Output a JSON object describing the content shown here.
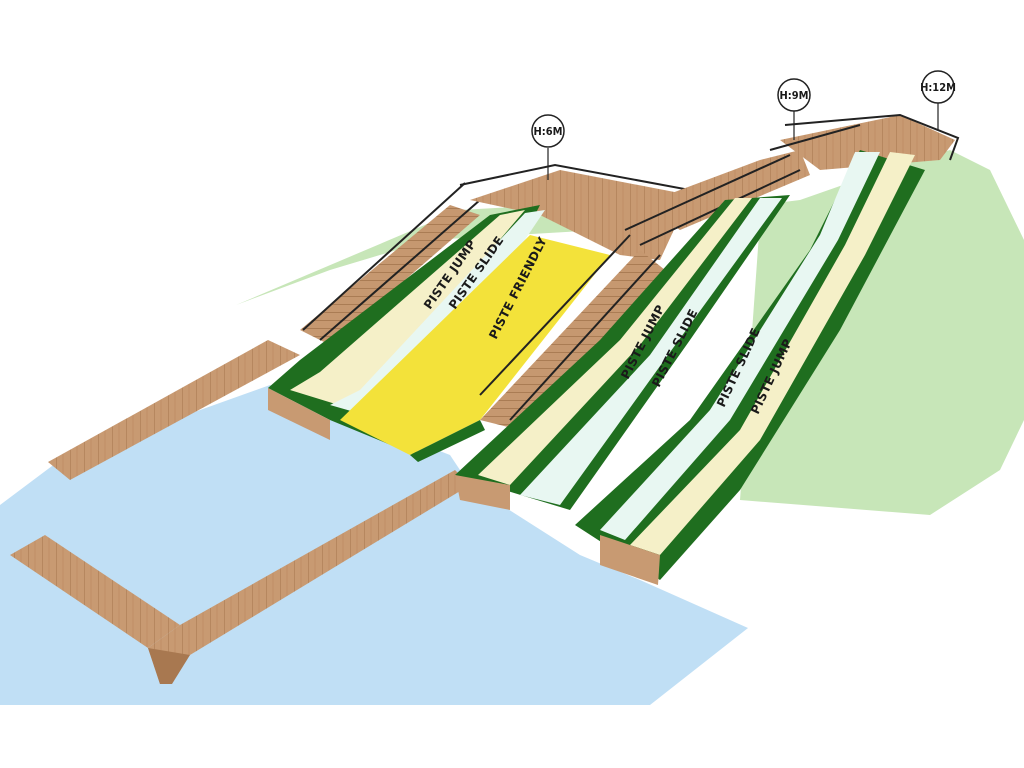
{
  "markers": [
    {
      "id": "h6",
      "label": "H:6M"
    },
    {
      "id": "h9",
      "label": "H:9M"
    },
    {
      "id": "h12",
      "label": "H:12M"
    }
  ],
  "pistes": {
    "left_jump": "PISTE JUMP",
    "left_slide": "PISTE SLIDE",
    "friendly": "PISTE FRIENDLY",
    "mid_jump": "PISTE JUMP",
    "mid_slide": "PISTE SLIDE",
    "right_slide": "PISTE SLIDE",
    "right_jump": "PISTE JUMP"
  },
  "colors": {
    "water": "#c0dff7",
    "grass": "#c5e5b5",
    "track_green": "#1f6e1f",
    "track_cream": "#f5f0c8",
    "track_mint": "#e8f7f2",
    "friendly_yellow": "#f3e23a",
    "wood": "#c89a72",
    "wood_dark": "#a87850",
    "rail": "#222222"
  }
}
